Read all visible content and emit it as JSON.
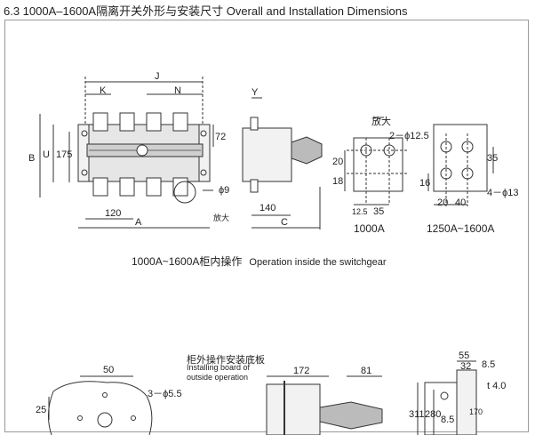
{
  "header": {
    "title": "6.3 1000A–1600A隔离开关外形与安装尺寸 Overall and Installation Dimensions"
  },
  "top_view": {
    "dims": {
      "J": "J",
      "K": "K",
      "N": "N",
      "B": "B",
      "U": "U",
      "d175": "175",
      "d72": "72",
      "d120": "120",
      "A": "A",
      "phi9": "ϕ9",
      "zoom": "放大"
    }
  },
  "side_view": {
    "dims": {
      "Y": "Y",
      "d140": "140",
      "C": "C"
    }
  },
  "detail_1000": {
    "zoom": "放大",
    "hole": "2－ϕ12.5",
    "d20": "20",
    "d18": "18",
    "d12_5": "12.5",
    "d35": "35",
    "label": "1000A"
  },
  "detail_1250": {
    "d35": "35",
    "d16": "16",
    "d20": "20",
    "d40": "40",
    "hole": "4－ϕ13",
    "label": "1250A~1600A"
  },
  "caption": {
    "cn": "1000A~1600A柜内操作",
    "en": "Operation inside the switchgear"
  },
  "bottom_left": {
    "d50": "50",
    "d25": "25",
    "hole": "3－ϕ5.5"
  },
  "bottom_mid": {
    "board_cn": "柜外操作安装底板",
    "board_en1": "Installing board of",
    "board_en2": "outside operation",
    "d172": "172",
    "d81": "81"
  },
  "bottom_right": {
    "d55": "55",
    "d32": "32",
    "d8_5a": "8.5",
    "t": "t 4.0",
    "d311": "311",
    "d280": "280",
    "d8_5b": "8.5",
    "d170": "170"
  }
}
